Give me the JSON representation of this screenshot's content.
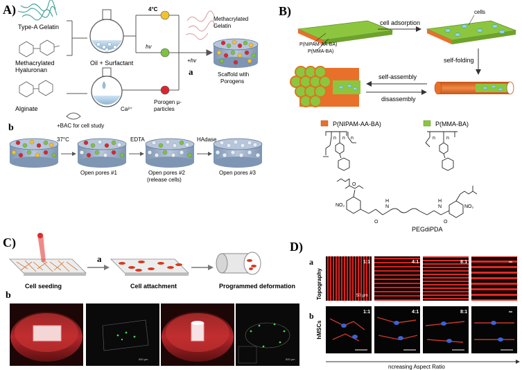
{
  "panelA": {
    "panel_label": "A)",
    "gelatin": "Type-A Gelatin",
    "hyaluronan_1": "Methacrylated",
    "hyaluronan_2": "Hyaluronan",
    "alginate": "Alginate",
    "oil_surfactant": "Oil + Surfactant",
    "temp": "4°C",
    "hv1": "hv",
    "ca": "Ca²⁺",
    "bac": "+BAC for cell study",
    "porogen_1": "Porogen µ-",
    "porogen_2": "particles",
    "meth_gel_1": "Methacrylated",
    "meth_gel_2": "Gelatin",
    "hv2": "+hv",
    "scaffold_1": "Scaffold with",
    "scaffold_2": "Porogens",
    "sub_a": "a",
    "sub_b": "b",
    "b_temp": "37°C",
    "edta": "EDTA",
    "hadase": "HAdase",
    "open1": "Open pores #1",
    "open2": "Open pores #2",
    "open2b": "(release cells)",
    "open3": "Open pores #3"
  },
  "panelB": {
    "panel_label": "B)",
    "cells": "cells",
    "cell_adsorption": "cell adsorption",
    "layer1": "P(NIPAM-AA-BA)",
    "layer2": "P(MMA-BA)",
    "self_folding": "self-folding",
    "self_assembly": "self-assembly",
    "disassembly": "disassembly",
    "legend1": "P(NIPAM-AA-BA)",
    "legend2": "P(MMA-BA)",
    "peg": "PEGdiPDA",
    "chem_labels": [
      "n",
      "n",
      "n",
      "n",
      "n",
      "O",
      "NO₂",
      "NO₂",
      "N",
      "N",
      "H",
      "H",
      "O",
      "O"
    ]
  },
  "panelC": {
    "panel_label": "C)",
    "sub_a": "a",
    "sub_b": "b",
    "seeding": "Cell seeding",
    "attachment": "Cell attachment",
    "deformation": "Programmed deformation",
    "scale1": "500 µm",
    "scale2": "500 µm"
  },
  "panelD": {
    "panel_label": "D)",
    "sub_a": "a",
    "sub_b": "b",
    "row1": "Topography",
    "row2": "hMSCs",
    "ratios": [
      "1:1",
      "4:1",
      "8:1",
      "∞"
    ],
    "scale": "50 µm",
    "axis": "ncreasing Aspect Ratio"
  },
  "colors": {
    "orange": "#e8702a",
    "green": "#8cc63f",
    "red_stripe": "#c81e1e",
    "porogen_yellow": "#f2c230",
    "porogen_green": "#7dc242",
    "porogen_red": "#d7282f"
  }
}
